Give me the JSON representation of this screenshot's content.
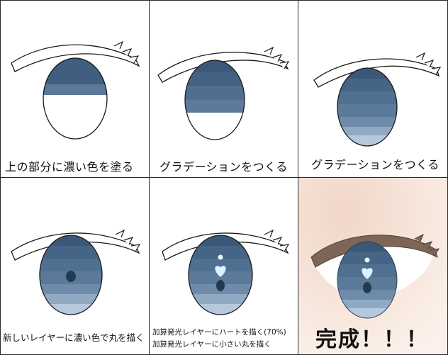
{
  "steps": [
    {
      "caption": "上の部分に濃い色を塗る"
    },
    {
      "caption": "グラデーションをつくる"
    },
    {
      "caption": "グラデーションをつくる"
    },
    {
      "caption": "新しいレイヤーに濃い色で丸を描く"
    },
    {
      "caption_line1": "加算発光レイヤーにハートを描く(70%)",
      "caption_line2": "加算発光レイヤーに小さい丸を描く"
    },
    {
      "caption": "完成！！！"
    }
  ],
  "colors": {
    "iris_dark": "#3b5878",
    "iris_mid": "#5d7a9c",
    "iris_light": "#a9c2da",
    "highlight": "#d9f4ff",
    "brow": "#7d6655",
    "skin": "#f4ddd0",
    "outline": "#1a1a1a"
  }
}
